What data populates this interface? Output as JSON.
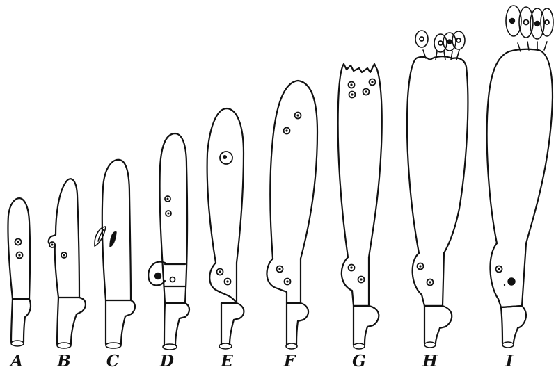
{
  "stages": [
    {
      "id": "A",
      "label": "A"
    },
    {
      "id": "B",
      "label": "B"
    },
    {
      "id": "C",
      "label": "C"
    },
    {
      "id": "D",
      "label": "D"
    },
    {
      "id": "E",
      "label": "E"
    },
    {
      "id": "F",
      "label": "F"
    },
    {
      "id": "G",
      "label": "G"
    },
    {
      "id": "H",
      "label": "H"
    },
    {
      "id": "I",
      "label": "I"
    }
  ]
}
